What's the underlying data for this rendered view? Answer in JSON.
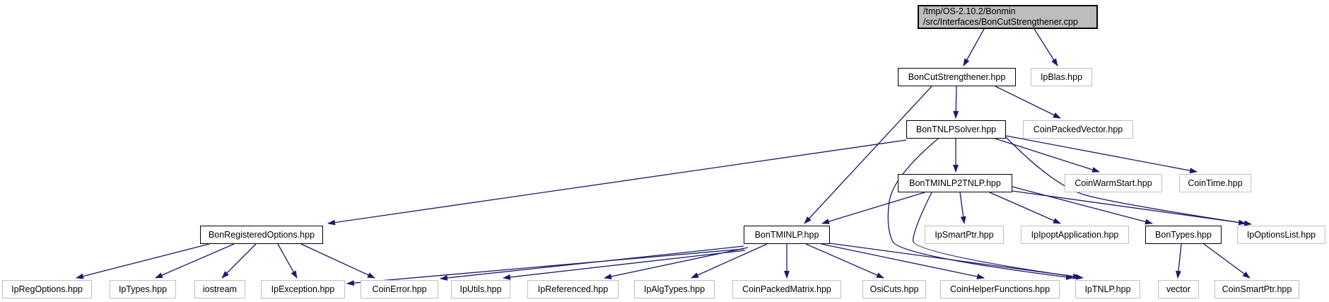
{
  "diagram": {
    "type": "include-dependency-graph",
    "tool_style": "doxygen"
  },
  "colors": {
    "background": "#ffffff",
    "edge": "#191970",
    "node_fill": "#ffffff",
    "main_node_fill": "#bdbdbd",
    "internal_border": "#000000",
    "external_border": "#c0c0c0",
    "text": "#000000"
  },
  "graph": {
    "nodes": [
      {
        "id": "main",
        "label": "/tmp/OS-2.10.2/Bonmin\n/src/Interfaces/BonCutStrengthener.cpp",
        "kind": "main"
      },
      {
        "id": "BonCutStrengthener.hpp",
        "label": "BonCutStrengthener.hpp",
        "kind": "internal"
      },
      {
        "id": "IpBlas.hpp",
        "label": "IpBlas.hpp",
        "kind": "external"
      },
      {
        "id": "BonTNLPSolver.hpp",
        "label": "BonTNLPSolver.hpp",
        "kind": "internal"
      },
      {
        "id": "CoinPackedVector.hpp",
        "label": "CoinPackedVector.hpp",
        "kind": "external"
      },
      {
        "id": "BonTMINLP2TNLP.hpp",
        "label": "BonTMINLP2TNLP.hpp",
        "kind": "internal"
      },
      {
        "id": "CoinWarmStart.hpp",
        "label": "CoinWarmStart.hpp",
        "kind": "external"
      },
      {
        "id": "CoinTime.hpp",
        "label": "CoinTime.hpp",
        "kind": "external"
      },
      {
        "id": "BonRegisteredOptions.hpp",
        "label": "BonRegisteredOptions.hpp",
        "kind": "internal"
      },
      {
        "id": "BonTMINLP.hpp",
        "label": "BonTMINLP.hpp",
        "kind": "internal"
      },
      {
        "id": "IpSmartPtr.hpp",
        "label": "IpSmartPtr.hpp",
        "kind": "external"
      },
      {
        "id": "IpIpoptApplication.hpp",
        "label": "IpIpoptApplication.hpp",
        "kind": "external"
      },
      {
        "id": "BonTypes.hpp",
        "label": "BonTypes.hpp",
        "kind": "internal"
      },
      {
        "id": "IpOptionsList.hpp",
        "label": "IpOptionsList.hpp",
        "kind": "external"
      },
      {
        "id": "IpRegOptions.hpp",
        "label": "IpRegOptions.hpp",
        "kind": "external"
      },
      {
        "id": "IpTypes.hpp",
        "label": "IpTypes.hpp",
        "kind": "external"
      },
      {
        "id": "iostream",
        "label": "iostream",
        "kind": "external"
      },
      {
        "id": "IpException.hpp",
        "label": "IpException.hpp",
        "kind": "external"
      },
      {
        "id": "CoinError.hpp",
        "label": "CoinError.hpp",
        "kind": "external"
      },
      {
        "id": "IpUtils.hpp",
        "label": "IpUtils.hpp",
        "kind": "external"
      },
      {
        "id": "IpReferenced.hpp",
        "label": "IpReferenced.hpp",
        "kind": "external"
      },
      {
        "id": "IpAlgTypes.hpp",
        "label": "IpAlgTypes.hpp",
        "kind": "external"
      },
      {
        "id": "CoinPackedMatrix.hpp",
        "label": "CoinPackedMatrix.hpp",
        "kind": "external"
      },
      {
        "id": "OsiCuts.hpp",
        "label": "OsiCuts.hpp",
        "kind": "external"
      },
      {
        "id": "CoinHelperFunctions.hpp",
        "label": "CoinHelperFunctions.hpp",
        "kind": "external"
      },
      {
        "id": "IpTNLP.hpp",
        "label": "IpTNLP.hpp",
        "kind": "external"
      },
      {
        "id": "vector",
        "label": "vector",
        "kind": "external"
      },
      {
        "id": "CoinSmartPtr.hpp",
        "label": "CoinSmartPtr.hpp",
        "kind": "external"
      }
    ],
    "edges": [
      {
        "from": "main",
        "to": "BonCutStrengthener.hpp"
      },
      {
        "from": "main",
        "to": "IpBlas.hpp"
      },
      {
        "from": "BonCutStrengthener.hpp",
        "to": "BonTNLPSolver.hpp"
      },
      {
        "from": "BonCutStrengthener.hpp",
        "to": "CoinPackedVector.hpp"
      },
      {
        "from": "BonCutStrengthener.hpp",
        "to": "BonTMINLP.hpp"
      },
      {
        "from": "BonTNLPSolver.hpp",
        "to": "BonTMINLP2TNLP.hpp"
      },
      {
        "from": "BonTNLPSolver.hpp",
        "to": "CoinWarmStart.hpp"
      },
      {
        "from": "BonTNLPSolver.hpp",
        "to": "CoinTime.hpp"
      },
      {
        "from": "BonTNLPSolver.hpp",
        "to": "BonRegisteredOptions.hpp"
      },
      {
        "from": "BonTNLPSolver.hpp",
        "to": "IpOptionsList.hpp"
      },
      {
        "from": "BonTNLPSolver.hpp",
        "to": "IpTNLP.hpp"
      },
      {
        "from": "BonTMINLP2TNLP.hpp",
        "to": "BonTMINLP.hpp"
      },
      {
        "from": "BonTMINLP2TNLP.hpp",
        "to": "IpSmartPtr.hpp"
      },
      {
        "from": "BonTMINLP2TNLP.hpp",
        "to": "IpIpoptApplication.hpp"
      },
      {
        "from": "BonTMINLP2TNLP.hpp",
        "to": "BonTypes.hpp"
      },
      {
        "from": "BonTMINLP2TNLP.hpp",
        "to": "IpOptionsList.hpp"
      },
      {
        "from": "BonTMINLP2TNLP.hpp",
        "to": "IpTNLP.hpp"
      },
      {
        "from": "BonRegisteredOptions.hpp",
        "to": "IpRegOptions.hpp"
      },
      {
        "from": "BonRegisteredOptions.hpp",
        "to": "IpTypes.hpp"
      },
      {
        "from": "BonRegisteredOptions.hpp",
        "to": "iostream"
      },
      {
        "from": "BonRegisteredOptions.hpp",
        "to": "IpException.hpp"
      },
      {
        "from": "BonRegisteredOptions.hpp",
        "to": "CoinError.hpp"
      },
      {
        "from": "BonTMINLP.hpp",
        "to": "CoinError.hpp"
      },
      {
        "from": "BonTMINLP.hpp",
        "to": "IpException.hpp"
      },
      {
        "from": "BonTMINLP.hpp",
        "to": "IpUtils.hpp"
      },
      {
        "from": "BonTMINLP.hpp",
        "to": "IpReferenced.hpp"
      },
      {
        "from": "BonTMINLP.hpp",
        "to": "IpAlgTypes.hpp"
      },
      {
        "from": "BonTMINLP.hpp",
        "to": "CoinPackedMatrix.hpp"
      },
      {
        "from": "BonTMINLP.hpp",
        "to": "OsiCuts.hpp"
      },
      {
        "from": "BonTMINLP.hpp",
        "to": "CoinHelperFunctions.hpp"
      },
      {
        "from": "BonTMINLP.hpp",
        "to": "IpTNLP.hpp"
      },
      {
        "from": "BonTypes.hpp",
        "to": "vector"
      },
      {
        "from": "BonTypes.hpp",
        "to": "CoinSmartPtr.hpp"
      }
    ]
  }
}
